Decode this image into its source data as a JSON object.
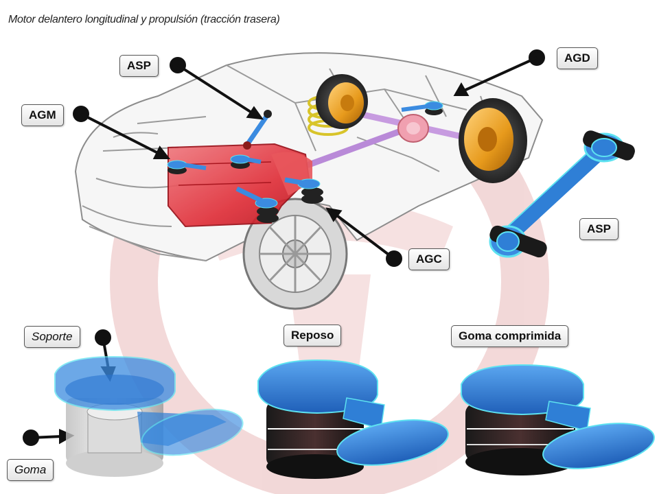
{
  "title": "Motor delantero longitudinal y propulsión (tracción trasera)",
  "labels": {
    "asp_top": "ASP",
    "agd": "AGD",
    "agm": "AGM",
    "asp_right": "ASP",
    "agc": "AGC",
    "soporte": "Soporte",
    "goma": "Goma",
    "reposo": "Reposo",
    "goma_comprimida": "Goma comprimida"
  },
  "colors": {
    "engine_red": "#e0303a",
    "mount_blue": "#2f7fd6",
    "mount_edge": "#5de2f0",
    "shaft_purple": "#b98ad8",
    "diff_pink": "#f0a0b0",
    "wheel_orange": "#e79a1c",
    "spring_yellow": "#e8d84a",
    "watermark": "#e9b9b9"
  }
}
